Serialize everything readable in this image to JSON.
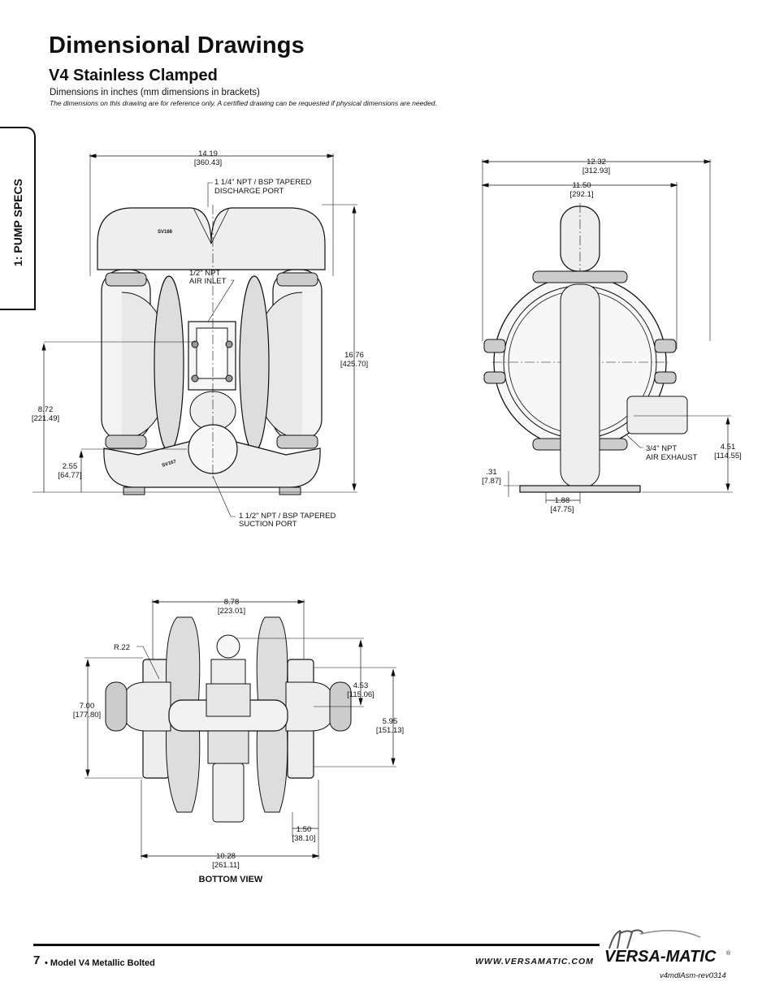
{
  "page": {
    "title": "Dimensional Drawings",
    "subtitle": "V4 Stainless Clamped",
    "units_note": "Dimensions in inches (mm dimensions in brackets)",
    "disclaimer": "The dimensions on this drawing are for reference only.  A certified drawing can be requested if physical dimensions are needed.",
    "side_tab": "1: PUMP SPECS"
  },
  "front_view": {
    "overall_width": [
      "14.19",
      "[360.43]"
    ],
    "discharge_port": [
      "1 1/4\" NPT / BSP TAPERED",
      "DISCHARGE PORT"
    ],
    "air_inlet": [
      "1/2\" NPT",
      "AIR INLET"
    ],
    "overall_height": [
      "16.76",
      "[425.70]"
    ],
    "center_height": [
      "8.72",
      "[221.49]"
    ],
    "suction_height": [
      "2.55",
      "[64.77]"
    ],
    "suction_port": [
      "1 1/2\" NPT / BSP TAPERED",
      "SUCTION PORT"
    ],
    "manifold_mark_top": "SV166",
    "manifold_mark_bottom": "SV167"
  },
  "side_view": {
    "overall_width": [
      "12.32",
      "[312.93]"
    ],
    "flange_width": [
      "11.50",
      "[292.1]"
    ],
    "air_exhaust": [
      "3/4\" NPT",
      "AIR EXHAUST"
    ],
    "exhaust_height": [
      "4.51",
      "[114.55]"
    ],
    "base_thickness": [
      ".31",
      "[7.87]"
    ],
    "base_offset": [
      "1.88",
      "[47.75]"
    ]
  },
  "bottom_view": {
    "width_top": [
      "8.78",
      "[223.01]"
    ],
    "radius": "R.22",
    "depth_left": [
      "7.00",
      "[177.80]"
    ],
    "depth_right_inner": [
      "4.53",
      "[115.06]"
    ],
    "depth_right_outer": [
      "5.95",
      "[151.13]"
    ],
    "foot_width": [
      "1.50",
      "[38.10]"
    ],
    "overall_width": [
      "10.28",
      "[261.11]"
    ],
    "caption": "BOTTOM VIEW"
  },
  "footer": {
    "page_number": "7",
    "model": "• Model V4 Metallic Bolted",
    "url": "WWW.VERSAMATIC.COM",
    "brand": "VERSA-MATIC",
    "brand_mark": "®",
    "revision": "v4mdlAsm-rev0314"
  }
}
